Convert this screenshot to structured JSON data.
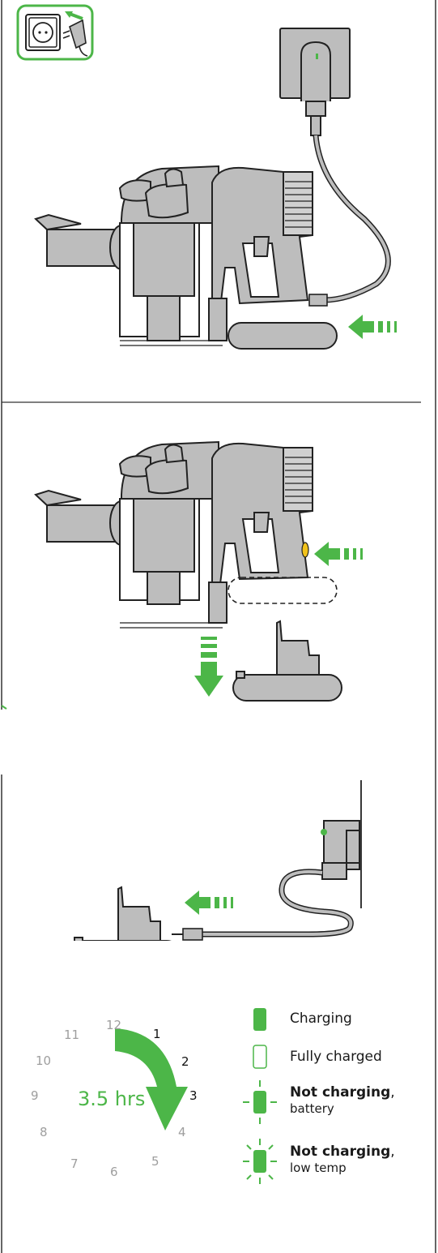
{
  "clock": {
    "numbers": {
      "n12": "12",
      "n1": "1",
      "n2": "2",
      "n3": "3",
      "n4": "4",
      "n5": "5",
      "n6": "6",
      "n7": "7",
      "n8": "8",
      "n9": "9",
      "n10": "10",
      "n11": "11"
    },
    "duration": "3.5 hrs"
  },
  "legend": {
    "charging": "Charging",
    "fully_charged": "Fully charged",
    "not_charging_battery_bold": "Not charging",
    "not_charging_battery_rest": "battery",
    "not_charging_temp_bold": "Not charging",
    "not_charging_temp_rest": "low temp"
  },
  "colors": {
    "accent_green": "#4cb648",
    "body_grey": "#bdbdbd",
    "outline": "#222222",
    "battery_yellow": "#f1c21b"
  },
  "icons": [
    "wall-socket-plug-icon",
    "arrow-left-icon",
    "arrow-down-icon",
    "indicator-light-icon"
  ]
}
